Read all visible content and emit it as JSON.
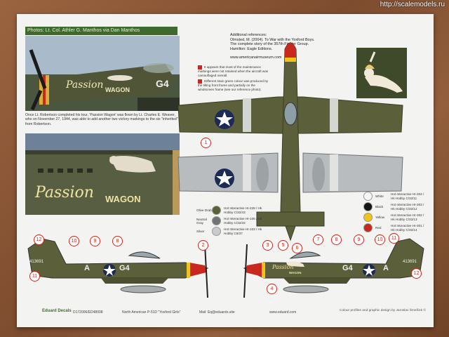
{
  "watermark": "http://scalemodels.ru",
  "photo_credit": "Photos: Lt. Col. Athler G. Manthos via Dan Manthos",
  "photo_nose_art": {
    "name": "Passion",
    "wagon": "WAGON",
    "code": "G4"
  },
  "caption": "Once Lt. Robertson completed his tour, 'Passion Wagon' was flown by Lt. Charles E. Weaver, who on November 27, 1944, was able to add another two victory markings to the six \"inherited\" from Robertson.",
  "biblio": {
    "header": "Additional references:",
    "lines": [
      "Olmsted, M. (2004). To War with the Yoxford Boys.",
      "The complete story of the 357th Fighter Group.",
      "Hamilton: Eagle Editions.",
      "",
      "www.americanairmuseum.com"
    ]
  },
  "notes": [
    "It appears that most of the maintenance markings were not retained when the aircraft was camouflaged overall.",
    "Different stain green colour was produced by the tilting front frame and partially on the windscreen frame (see our reference photo)."
  ],
  "legend_left": [
    {
      "name": "Olive Drab",
      "fs": "Hot Interactive HI-228 / Hk Hobby C/32/43",
      "color": "#5b5f3a"
    },
    {
      "name": "Neutral Gray",
      "fs": "Hot Interactive HI-106 / Hk Hobby C/32/33",
      "color": "#707472"
    },
    {
      "name": "Silver",
      "fs": "Hot Interactive HI-103 / Hk Hobby C8/37",
      "color": "#c9cbcd"
    }
  ],
  "legend_right": [
    {
      "name": "White",
      "fs": "Hot Interactive HI-304 / Hk Hobby C/32/11",
      "color": "#f6f6f6"
    },
    {
      "name": "Black",
      "fs": "Hot Interactive HI-303 / Hk Hobby C/32/12",
      "color": "#151515"
    },
    {
      "name": "Yellow",
      "fs": "Hot Interactive HI-302 / Hk Hobby C/32/13",
      "color": "#f2c21a"
    },
    {
      "name": "Red",
      "fs": "Hot Interactive HI-301 / Hk Hobby C/32/14",
      "color": "#c8281e"
    }
  ],
  "side_left": {
    "serial": "413691",
    "letter": "A",
    "code": "G4"
  },
  "side_right": {
    "serial": "413691",
    "letter": "A",
    "code": "G4",
    "name": "Passion",
    "wagon": "WAGON"
  },
  "callouts": [
    "1",
    "2",
    "3",
    "4",
    "5",
    "6",
    "7",
    "8",
    "9",
    "10",
    "11",
    "12"
  ],
  "footer": {
    "logo": "Eduard Decals",
    "code": "D172006/ED48008",
    "title": "North American P-51D \"Yoxford Girls\"",
    "mail": "Mail: Eq@eduardo.site",
    "web": "www.eduard.com",
    "copyright": "Colour profiles and graphic design by Jaroslav Šmelček ©"
  },
  "colors": {
    "olive": "#5b5f3a",
    "red": "#c8281e",
    "yellow": "#f2c21a",
    "green": "#3e6b2d"
  }
}
